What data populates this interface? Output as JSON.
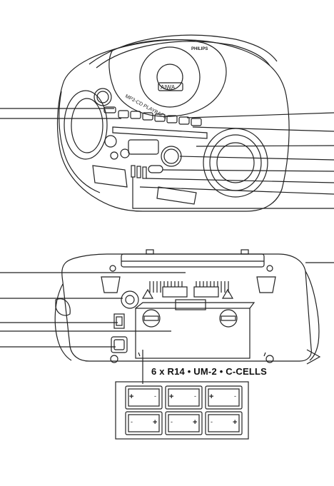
{
  "cd_lid": {
    "brand": "AIWA",
    "lid_text": "MP3-CD PLAYBACK",
    "top_logo": "PHILIPS"
  },
  "battery": {
    "label": "6 x R14 • UM-2 • C-CELLS",
    "plus_sign": "+",
    "minus_sign": "-"
  },
  "colors": {
    "line": "#222222",
    "background": "#ffffff"
  }
}
